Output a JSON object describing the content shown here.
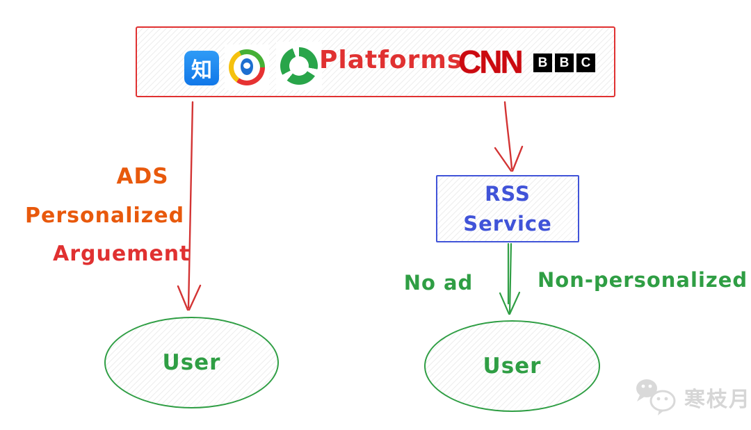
{
  "platforms_box": {
    "label": "Platforms",
    "zhihu_char": "知",
    "cnn_text": "CNN",
    "bbc_letters": [
      "B",
      "B",
      "C"
    ]
  },
  "ads_flow": {
    "label_ads": "ADS",
    "label_personalized": "Personalized",
    "label_arguement": "Arguement"
  },
  "rss_box": {
    "line1": "RSS",
    "line2": "Service"
  },
  "rss_flow": {
    "label_no_ad": "No ad",
    "label_non_personalized": "Non-personalized"
  },
  "users": {
    "left_label": "User",
    "right_label": "User"
  },
  "watermark": {
    "text": "寒枝月"
  },
  "colors": {
    "box_red": "#e03131",
    "text_orange": "#e8590c",
    "rss_blue": "#4053d8",
    "green": "#2f9e44",
    "zhihu_blue": "#1177e8",
    "cnn_red": "#cb0a10",
    "bbc_black": "#000000",
    "watermark_gray": "#d6d6d6"
  }
}
